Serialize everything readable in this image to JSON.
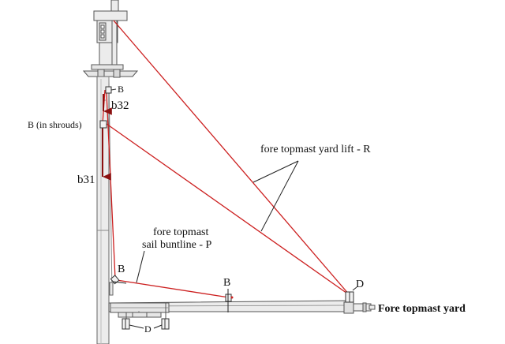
{
  "labels": {
    "block_b_top": "B",
    "b32": "b32",
    "block_b_shrouds": "B (in shrouds)",
    "b31": "b31",
    "lift_line1": "fore topmast yard lift - R",
    "buntline_line1": "fore topmast",
    "buntline_line2": "sail buntline - P",
    "block_b_mast": "B",
    "block_b_yard": "B",
    "block_d_yardarm": "D",
    "block_d_lower": "D",
    "yard_title": "Fore topmast yard"
  },
  "colors": {
    "line_red": "#cc1f1f",
    "arrow_dark_red": "#8b1010",
    "mast_stroke": "#555555",
    "mast_fill": "#ececec",
    "text": "#111111"
  }
}
